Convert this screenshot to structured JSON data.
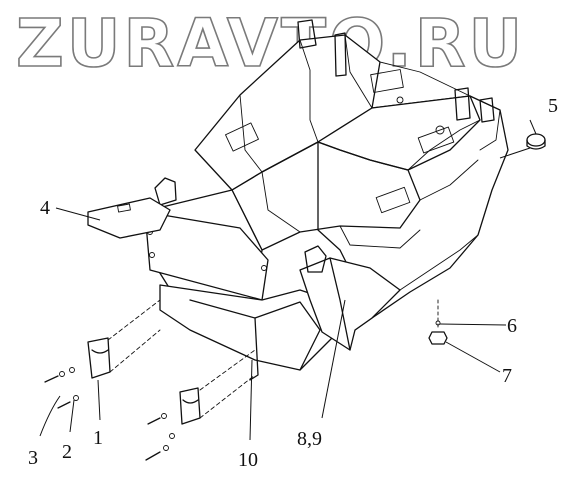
{
  "watermark": {
    "text": "ZURAVTO.RU"
  },
  "callouts": [
    {
      "id": "1",
      "label": "1"
    },
    {
      "id": "2",
      "label": "2"
    },
    {
      "id": "3",
      "label": "3"
    },
    {
      "id": "4",
      "label": "4"
    },
    {
      "id": "5",
      "label": "5"
    },
    {
      "id": "6",
      "label": "6"
    },
    {
      "id": "7",
      "label": "7"
    },
    {
      "id": "8",
      "label": "8,9"
    },
    {
      "id": "10",
      "label": "10"
    }
  ],
  "colors": {
    "ink": "#111111",
    "watermark_outline": "#7a7a7a",
    "background": "#ffffff"
  }
}
